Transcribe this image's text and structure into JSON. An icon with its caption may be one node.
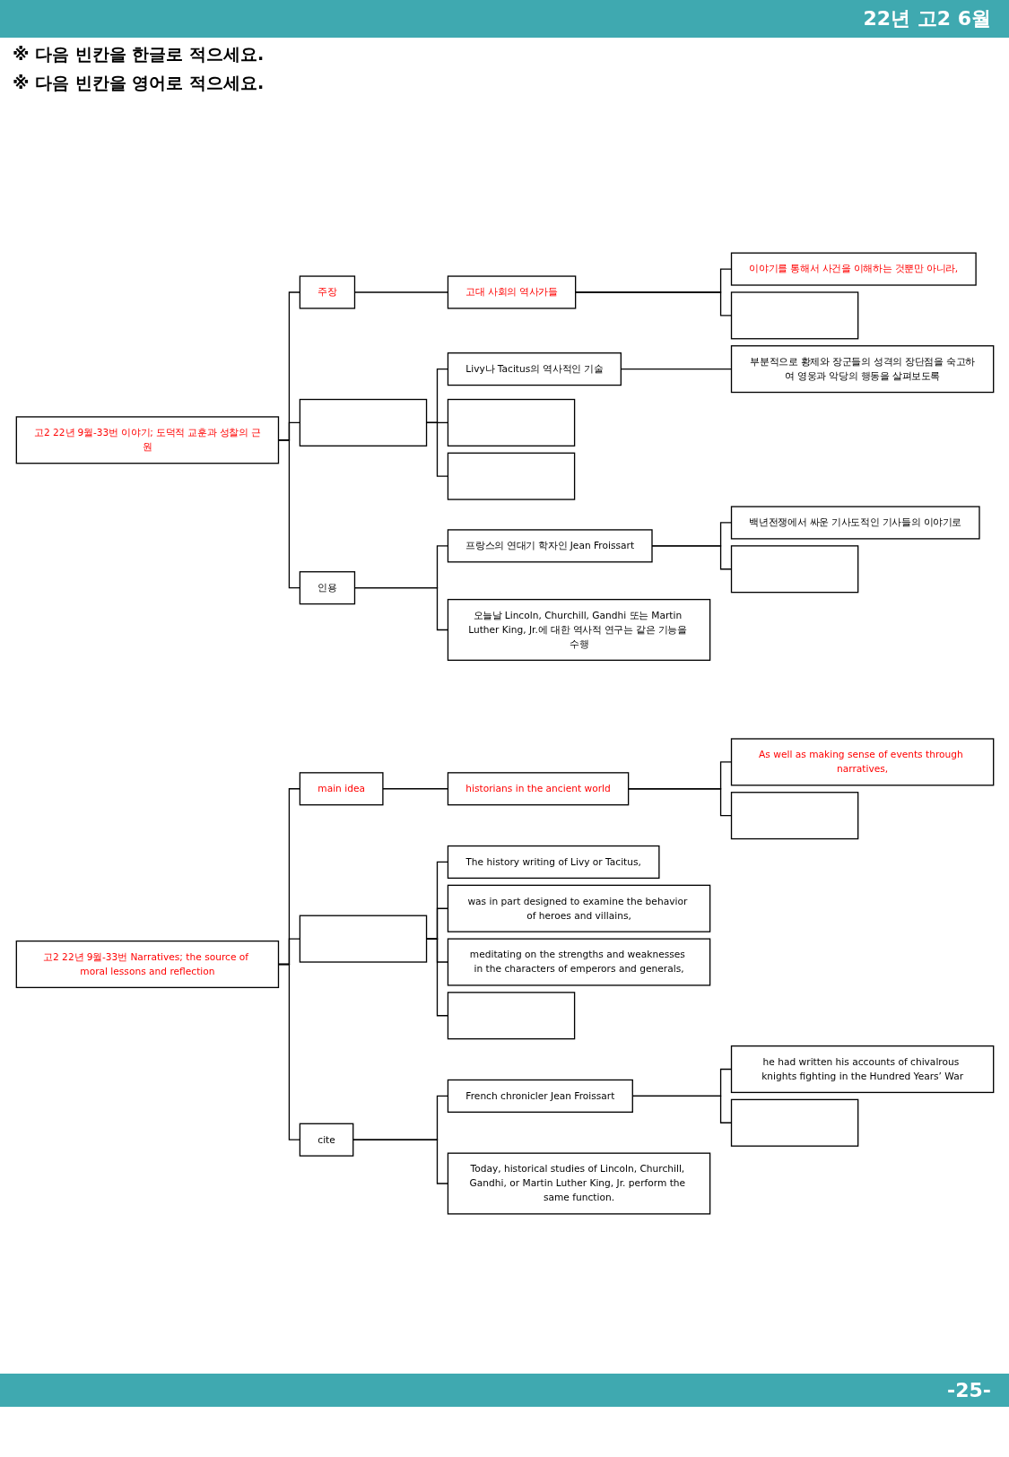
{
  "diagram": {
    "nodes": [
      {
        "text": [
          "고2 22년 9월-33번 이야기; 도덕적 교훈과 성찰의 근원"
        ]
      },
      {
        "text": [
          "주장"
        ]
      },
      {
        "text": [
          "고대 사회의 역사가들"
        ]
      },
      {
        "text": [
          "이야기를 통해서 사건을 이해하는 것뿐만 아니라,"
        ]
      },
      {
        "text": [],
        "shape": "box"
      },
      {
        "text": [],
        "shape": "box"
      },
      {
        "text": [
          "Livy나 Tacitus의 역사적인 기술"
        ]
      },
      {
        "text": [
          "부분적으로 황제와 장군들의 성격의 장단점을 숙고하여 영웅과 악당의 행동을 살펴보도록"
        ]
      },
      {
        "text": [],
        "shape": "box"
      },
      {
        "text": [],
        "shape": "box"
      },
      {
        "text": [
          "인용"
        ]
      },
      {
        "text": [
          "프랑스의 연대기 학자인 Jean Froissart"
        ]
      },
      {
        "text": [
          "백년전쟁에서 싸운 기사도적인 기사들의 이야기로"
        ]
      },
      {
        "text": [],
        "shape": "box"
      },
      {
        "text": [
          "오늘날 Lincoln, Churchill, Gandhi 또는 Martin Luther King, Jr.에 대한 역사적 연구는 같은 기능을 수행"
        ]
      },
      {
        "text": [
          "고2 22년 9월-33번 Narratives; the source of moral lessons and reflection"
        ]
      },
      {
        "text": [
          "main idea"
        ]
      },
      {
        "text": [
          "historians in the ancient world"
        ]
      },
      {
        "text": [
          "As well as making sense of events through narratives,"
        ]
      },
      {
        "text": [],
        "shape": "box"
      },
      {
        "text": [],
        "shape": "box"
      },
      {
        "text": [
          "The history writing of Livy or Tacitus,"
        ]
      },
      {
        "text": [
          "was in part designed to examine the behavior of heroes and villains,"
        ]
      },
      {
        "text": [
          "meditating on the strengths and weaknesses in the characters of emperors and generals,"
        ]
      },
      {
        "text": [],
        "shape": "box"
      },
      {
        "text": [
          "cite"
        ]
      },
      {
        "text": [
          "French chronicler Jean Froissart"
        ]
      },
      {
        "text": [
          "he had written his accounts of chivalrous knights fighting in the Hundred Years’ War"
        ]
      },
      {
        "text": [],
        "shape": "box"
      },
      {
        "text": [
          "Today, historical studies of Lincoln, Churchill, Gandhi, or Martin Luther King, Jr. perform the same function."
        ]
      }
    ],
    "edges": [
      {
        "from": 0,
        "to": 1,
        "arrow": "none"
      },
      {
        "from": 1,
        "to": 2,
        "arrow": "none"
      },
      {
        "from": 2,
        "to": 3,
        "arrow": "none"
      },
      {
        "from": 2,
        "to": 4,
        "arrow": "none"
      },
      {
        "from": 0,
        "to": 5,
        "arrow": "none"
      },
      {
        "from": 5,
        "to": 6,
        "arrow": "none"
      },
      {
        "from": 6,
        "to": 7,
        "arrow": "none"
      },
      {
        "from": 5,
        "to": 8,
        "arrow": "none"
      },
      {
        "from": 5,
        "to": 9,
        "arrow": "none"
      },
      {
        "from": 0,
        "to": 10,
        "arrow": "none"
      },
      {
        "from": 10,
        "to": 11,
        "arrow": "none"
      },
      {
        "from": 11,
        "to": 12,
        "arrow": "none"
      },
      {
        "from": 11,
        "to": 13,
        "arrow": "none"
      },
      {
        "from": 10,
        "to": 14,
        "arrow": "none"
      },
      {
        "from": 15,
        "to": 16,
        "arrow": "none"
      },
      {
        "from": 16,
        "to": 17,
        "arrow": "none"
      },
      {
        "from": 17,
        "to": 18,
        "arrow": "none"
      },
      {
        "from": 17,
        "to": 19,
        "arrow": "none"
      },
      {
        "from": 15,
        "to": 20,
        "arrow": "none"
      },
      {
        "from": 20,
        "to": 21,
        "arrow": "none"
      },
      {
        "from": 20,
        "to": 22,
        "arrow": "none"
      },
      {
        "from": 20,
        "to": 23,
        "arrow": "none"
      },
      {
        "from": 20,
        "to": 24,
        "arrow": "none"
      },
      {
        "from": 15,
        "to": 25,
        "arrow": "none"
      },
      {
        "from": 25,
        "to": 26,
        "arrow": "none"
      },
      {
        "from": 26,
        "to": 27,
        "arrow": "none"
      },
      {
        "from": 26,
        "to": 28,
        "arrow": "none"
      },
      {
        "from": 25,
        "to": 29,
        "arrow": "none"
      }
    ],
    "labels": [
      "22년 고2 6월",
      "※ 다음 빈칸을 한글로 적으세요.",
      "※ 다음 빈칸을 영어로 적으세요.",
      "-25-"
    ]
  }
}
